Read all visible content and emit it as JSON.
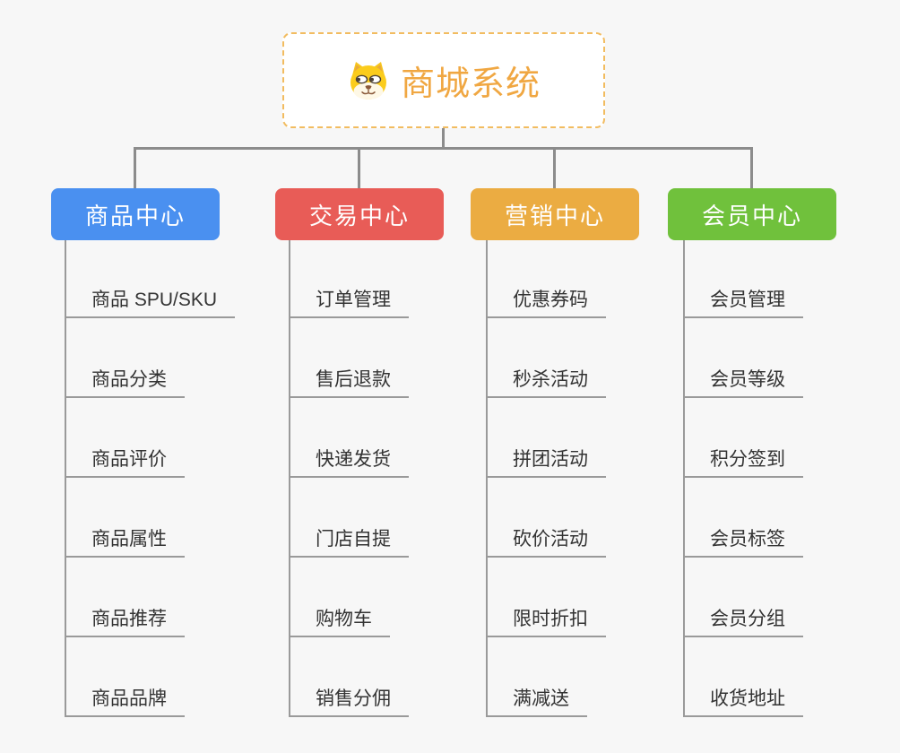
{
  "page": {
    "background": "#f7f7f7",
    "connector_color": "#8c8c8c",
    "tree_line_color": "#9a9a9a"
  },
  "root": {
    "title": "商城系统",
    "icon": "dog-face-icon",
    "title_color": "#f0a742",
    "border_color": "#f2bc60",
    "background": "#ffffff"
  },
  "branches": [
    {
      "label": "商品中心",
      "color": "#4a90f0",
      "items": [
        "商品 SPU/SKU",
        "商品分类",
        "商品评价",
        "商品属性",
        "商品推荐",
        "商品品牌"
      ]
    },
    {
      "label": "交易中心",
      "color": "#e85c57",
      "items": [
        "订单管理",
        "售后退款",
        "快递发货",
        "门店自提",
        "购物车",
        "销售分佣"
      ]
    },
    {
      "label": "营销中心",
      "color": "#ebac42",
      "items": [
        "优惠券码",
        "秒杀活动",
        "拼团活动",
        "砍价活动",
        "限时折扣",
        "满减送"
      ]
    },
    {
      "label": "会员中心",
      "color": "#70c13c",
      "items": [
        "会员管理",
        "会员等级",
        "积分签到",
        "会员标签",
        "会员分组",
        "收货地址"
      ]
    }
  ]
}
